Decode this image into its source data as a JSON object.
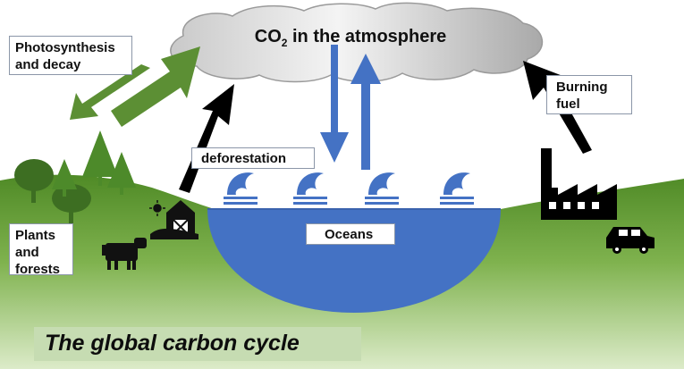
{
  "cloud": {
    "label_main": "CO",
    "label_sub": "2",
    "label_rest": " in the atmosphere"
  },
  "labels": {
    "photosynthesis": "Photosynthesis and decay",
    "burning_fuel": "Burning fuel",
    "deforestation": "deforestation",
    "oceans": "Oceans",
    "plants": "Plants and forests"
  },
  "title": "The global carbon cycle",
  "colors": {
    "ground": "#6fa33d",
    "ocean": "#4472c4",
    "arrow_green": "#5c8f34",
    "arrow_blue": "#4472c4",
    "arrow_black": "#000000",
    "title_band": "#c6dcb2"
  },
  "icons": [
    "tree-icon",
    "barn-icon",
    "sun-icon",
    "cow-icon",
    "wave-icon",
    "factory-icon",
    "car-icon",
    "cloud-icon"
  ]
}
